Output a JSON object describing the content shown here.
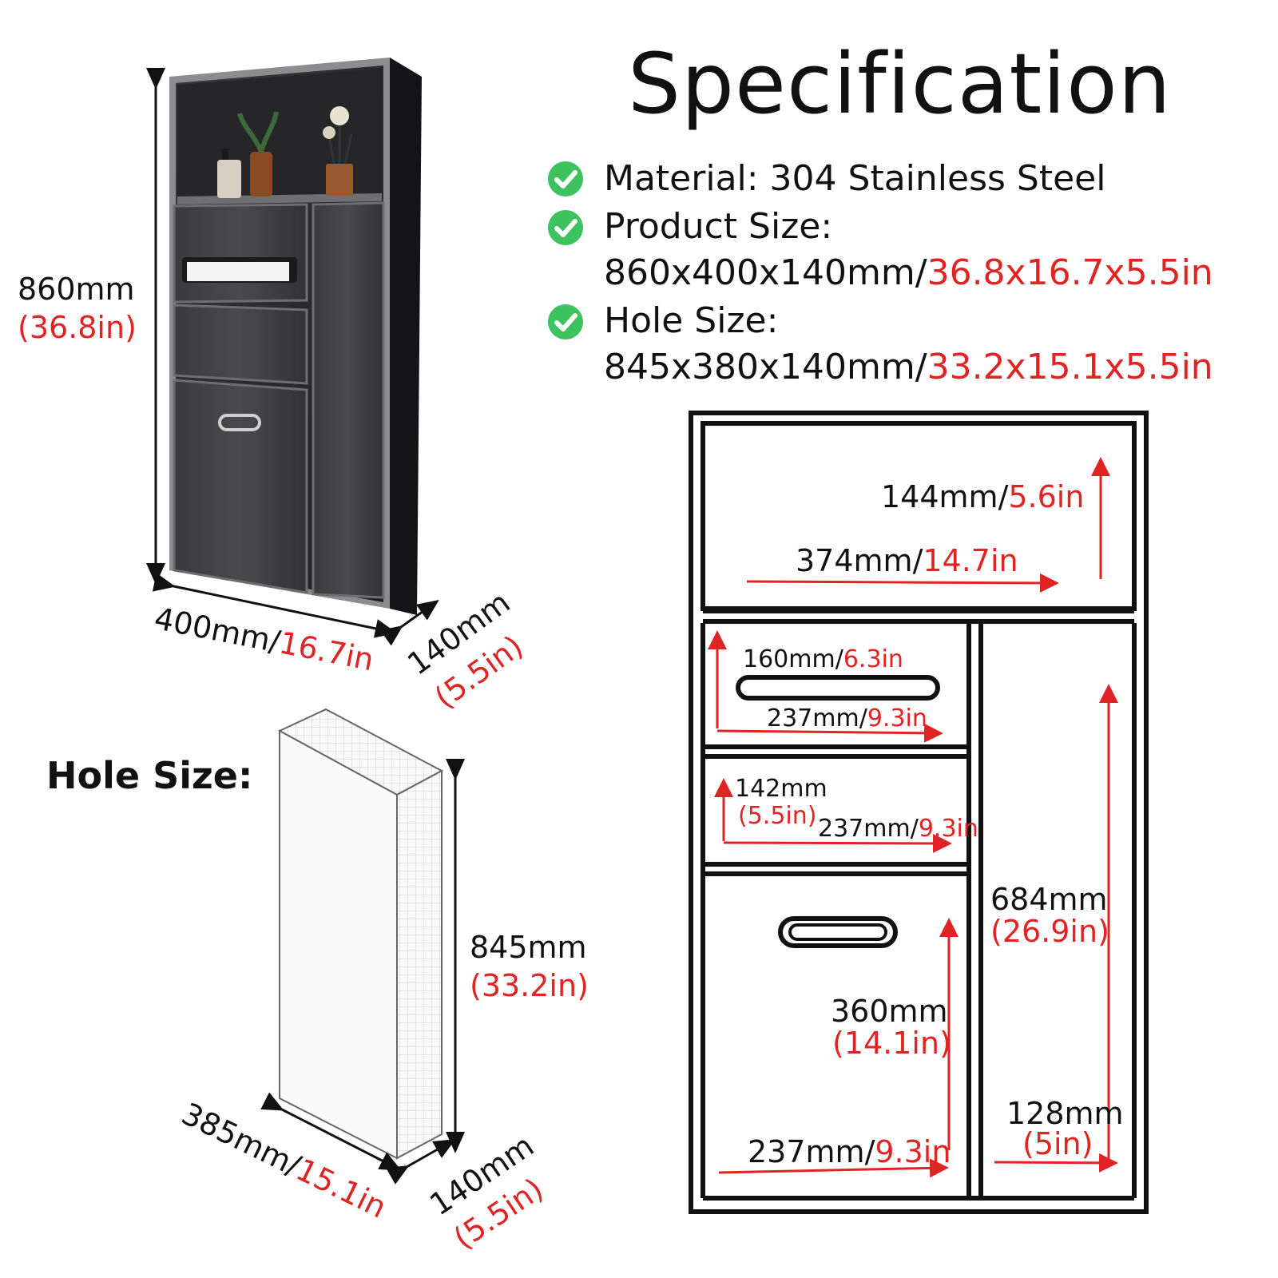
{
  "title": "Specification",
  "colors": {
    "accent_red": "#e02424",
    "check_green": "#3dc35e",
    "cabinet_dark": "#2b2b2d",
    "frame_grey": "#8c8c8e"
  },
  "specs": [
    {
      "icon": "check-circle-icon",
      "line1": "Material: 304 Stainless Steel"
    },
    {
      "icon": "check-circle-icon",
      "line1": "Product Size:",
      "metric": "860x400x140mm/",
      "imperial": "36.8x16.7x5.5in"
    },
    {
      "icon": "check-circle-icon",
      "line1": "Hole Size:",
      "metric": "845x380x140mm/",
      "imperial": "33.2x15.1x5.5in"
    }
  ],
  "product": {
    "height_mm": "860mm",
    "height_in": "(36.8in)",
    "width_mm": "400mm/",
    "width_in": "16.7in",
    "depth_mm": "140mm",
    "depth_in": "(5.5in)"
  },
  "hole": {
    "label": "Hole Size:",
    "height_mm": "845mm",
    "height_in": "(33.2in)",
    "width_mm": "385mm/",
    "width_in": "15.1in",
    "depth_mm": "140mm",
    "depth_in": "(5.5in)"
  },
  "diagram": {
    "top_height_mm": "144mm/",
    "top_height_in": "5.6in",
    "top_width_mm": "374mm/",
    "top_width_in": "14.7in",
    "d1_height_mm": "160mm/",
    "d1_height_in": "6.3in",
    "d1_width_mm": "237mm/",
    "d1_width_in": "9.3in",
    "d2_height_mm": "142mm",
    "d2_height_in": "(5.5in)",
    "d2_width_mm": "237mm/",
    "d2_width_in": "9.3in",
    "right_height_mm": "684mm",
    "right_height_in": "(26.9in)",
    "d3_height_mm": "360mm",
    "d3_height_in": "(14.1in)",
    "d3_width_mm": "237mm/",
    "d3_width_in": "9.3in",
    "right_width_mm": "128mm",
    "right_width_in": "(5in)"
  }
}
